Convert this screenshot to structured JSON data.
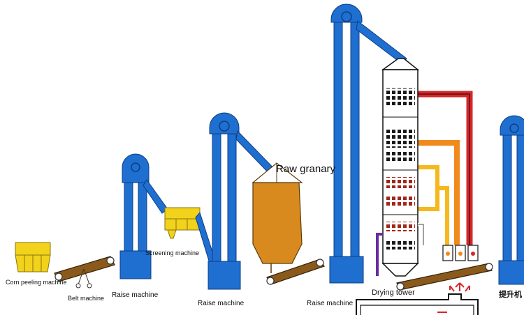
{
  "labels": {
    "corn_peeling": "Corn peeling machine",
    "belt": "Belt machine",
    "raise_1": "Raise machine",
    "screening": "Screening machine",
    "raise_2": "Raise machine",
    "raw_granary": "Raw granary",
    "raise_3": "Raise machine",
    "drying_tower": "Drying tower",
    "elevator_cn": "提升机"
  },
  "colors": {
    "elevator_blue": "#1f6fd0",
    "elevator_outline": "#0b3e86",
    "machine_yellow": "#f2d21b",
    "granary_fill": "#d98a1f",
    "belt_brown": "#8a5a1c",
    "tower_dark": "#1a1a1a",
    "hot_air_red": "#d6262a",
    "warm_air_orange": "#f08a1c",
    "pale_air_yellow": "#f5b81e",
    "cool_air_purple": "#6a2c9c"
  },
  "icons": {
    "elevator_head": "elevator-pulley-icon",
    "belt_roller": "roller-icon"
  }
}
